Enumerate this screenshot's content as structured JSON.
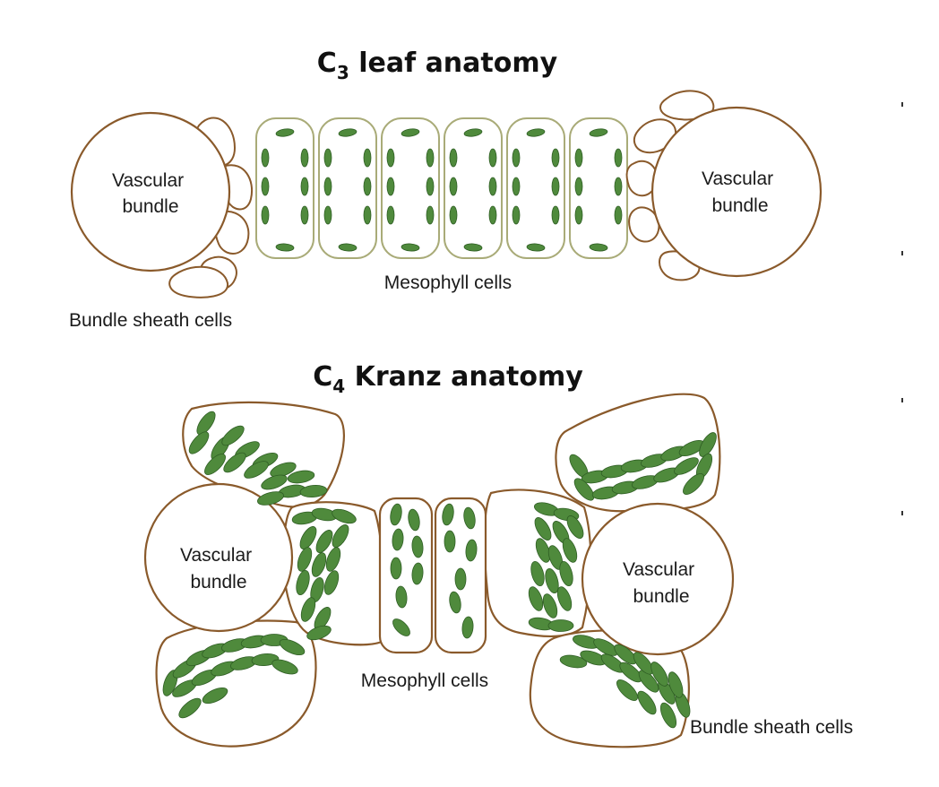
{
  "diagram": {
    "c3": {
      "title_prefix": "C",
      "title_subscript": "3",
      "title_rest": " leaf anatomy",
      "vascular_bundle_left": [
        "Vascular",
        "bundle"
      ],
      "vascular_bundle_right": [
        "Vascular",
        "bundle"
      ],
      "mesophyll_label": "Mesophyll cells",
      "bundle_sheath_label": "Bundle sheath cells"
    },
    "c4": {
      "title_prefix": "C",
      "title_subscript": "4",
      "title_rest": " Kranz anatomy",
      "vascular_bundle_left": [
        "Vascular",
        "bundle"
      ],
      "vascular_bundle_right": [
        "Vascular",
        "bundle"
      ],
      "mesophyll_label": "Mesophyll cells",
      "bundle_sheath_label": "Bundle sheath cells"
    }
  },
  "colors": {
    "cell_wall_brown": "#8a5a2b",
    "mesophyll_wall_c3": "#a9ab78",
    "chloroplast_green": "#4f8a3c",
    "chloroplast_edge": "#2f5e24",
    "text": "#1a1a1a"
  }
}
